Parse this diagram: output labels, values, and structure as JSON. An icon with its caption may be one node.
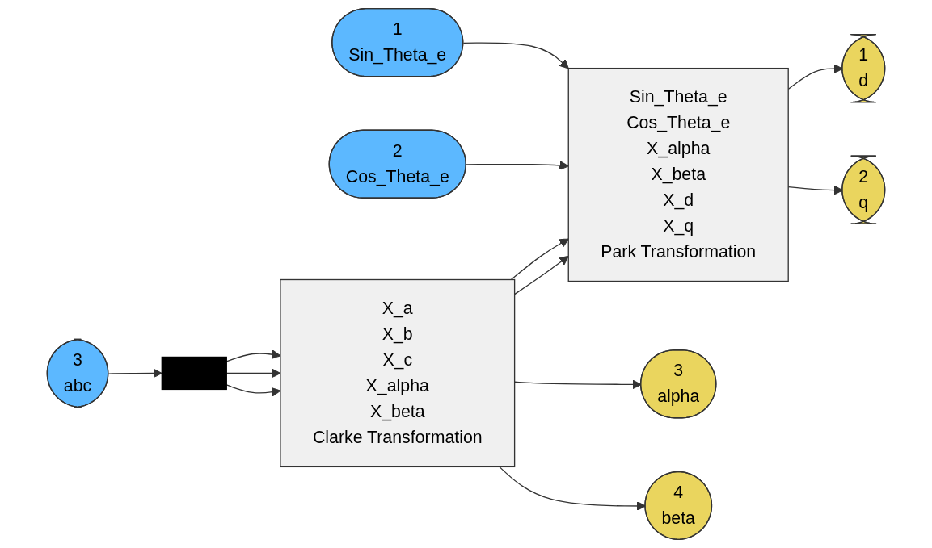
{
  "diagram": {
    "nodes": [
      {
        "text": [
          "1",
          "Sin_Theta_e"
        ]
      },
      {
        "text": [
          "2",
          "Cos_Theta_e"
        ]
      },
      {
        "text": [
          "3",
          "abc"
        ]
      },
      {
        "text": [],
        "shape": "bar"
      },
      {
        "text": [
          "X_a",
          "X_b",
          "X_c",
          "X_alpha",
          "X_beta",
          "Clarke Transformation"
        ]
      },
      {
        "text": [
          "Sin_Theta_e",
          "Cos_Theta_e",
          "X_alpha",
          "X_beta",
          "X_d",
          "X_q",
          "Park Transformation"
        ]
      },
      {
        "text": [
          "1",
          "d"
        ]
      },
      {
        "text": [
          "2",
          "q"
        ]
      },
      {
        "text": [
          "3",
          "alpha"
        ]
      },
      {
        "text": [
          "4",
          "beta"
        ]
      }
    ],
    "edges": [
      {
        "from": 0,
        "to": 5,
        "arrow": "to"
      },
      {
        "from": 1,
        "to": 5,
        "arrow": "to"
      },
      {
        "from": 2,
        "to": 3,
        "arrow": "to"
      },
      {
        "from": 3,
        "to": 4,
        "arrow": "to"
      },
      {
        "from": 3,
        "to": 4,
        "arrow": "to"
      },
      {
        "from": 3,
        "to": 4,
        "arrow": "to"
      },
      {
        "from": 4,
        "to": 5,
        "arrow": "to"
      },
      {
        "from": 4,
        "to": 5,
        "arrow": "to"
      },
      {
        "from": 4,
        "to": 8,
        "arrow": "to"
      },
      {
        "from": 4,
        "to": 9,
        "arrow": "to"
      },
      {
        "from": 5,
        "to": 6,
        "arrow": "to"
      },
      {
        "from": 5,
        "to": 7,
        "arrow": "to"
      }
    ]
  }
}
